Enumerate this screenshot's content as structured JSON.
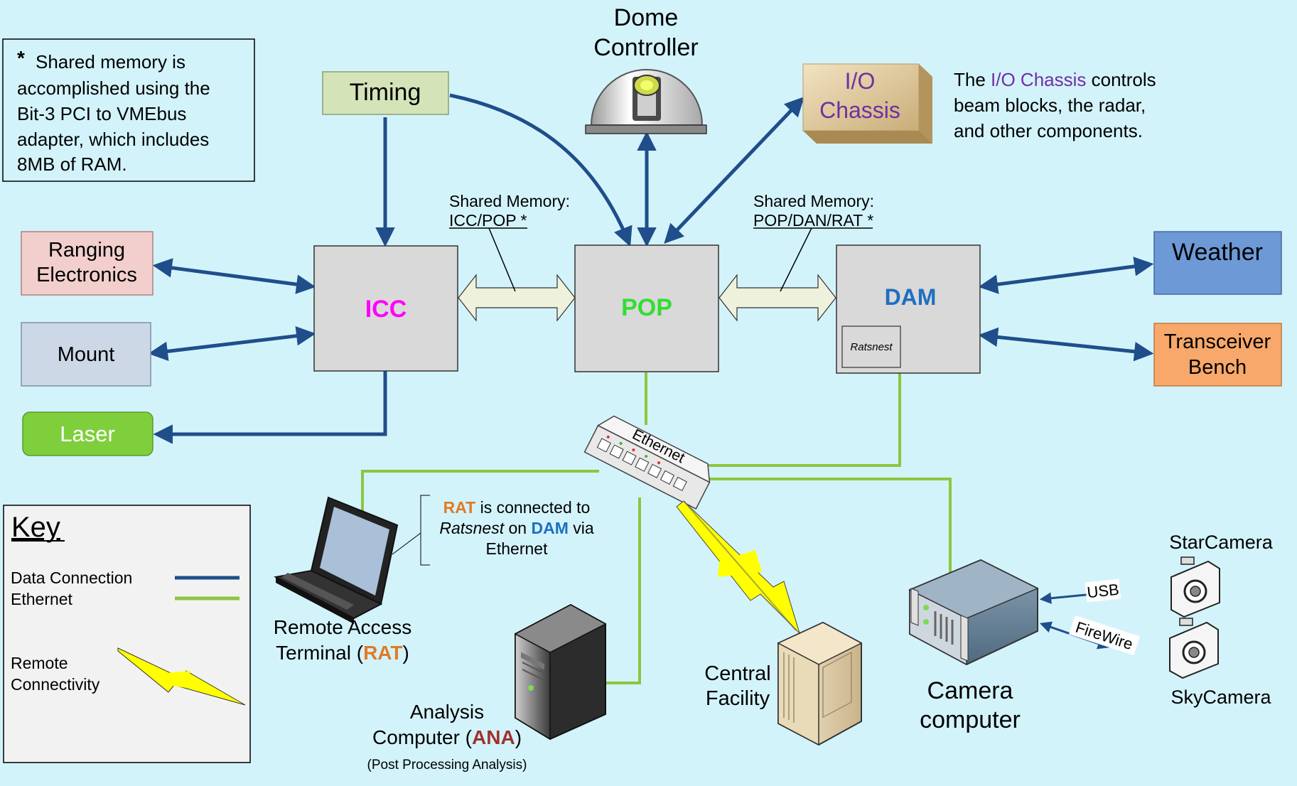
{
  "note": {
    "star": "*",
    "lines": [
      "Shared memory is",
      "accomplished using the",
      "Bit-3 PCI to VMEbus",
      "adapter, which includes",
      "8MB of RAM."
    ]
  },
  "nodes": {
    "timing": "Timing",
    "dome": [
      "Dome",
      "Controller"
    ],
    "io_chassis": [
      "I/O",
      "Chassis"
    ],
    "ranging": [
      "Ranging",
      "Electronics"
    ],
    "mount": "Mount",
    "laser": "Laser",
    "icc": "ICC",
    "pop": "POP",
    "dam": "DAM",
    "ratsnest": "Ratsnest",
    "weather": "Weather",
    "transceiver": [
      "Transceiver",
      "Bench"
    ],
    "ethernet": "Ethernet",
    "rat_line1": "Remote Access",
    "rat_line2_pre": "Terminal (",
    "rat_abbr": "RAT",
    "rat_line2_post": ")",
    "ana_line1": "Analysis",
    "ana_line2_pre": "Computer (",
    "ana_abbr": "ANA",
    "ana_line2_post": ")",
    "ana_sub": "(Post Processing Analysis)",
    "central": [
      "Central",
      "Facility"
    ],
    "camera": [
      "Camera",
      "computer"
    ],
    "star_camera": "StarCamera",
    "sky_camera": "SkyCamera",
    "usb": "USB",
    "firewire": "FireWire"
  },
  "io_description": {
    "pre": "The ",
    "highlight": "I/O Chassis",
    "post": " controls",
    "line2": "beam blocks, the radar,",
    "line3": "and other components."
  },
  "shared_memory_1": {
    "title": "Shared Memory:",
    "path": "ICC/POP",
    "star": "*"
  },
  "shared_memory_2": {
    "title": "Shared Memory:",
    "path": "POP/DAN/RAT",
    "star": "*"
  },
  "rat_note": {
    "rat": "RAT",
    "line1_post": " is connected to",
    "ratsnest": "Ratsnest",
    "on": " on ",
    "dam": "DAM",
    "via": " via",
    "line3": "Ethernet"
  },
  "key": {
    "title": "Key",
    "data_connection": "Data Connection",
    "ethernet": "Ethernet",
    "remote": [
      "Remote",
      "Connectivity"
    ]
  },
  "colors": {
    "background": "#d3f3fb",
    "data_connection": "#1f4e8a",
    "ethernet": "#8cc63f",
    "icc_text": "#ff00ff",
    "pop_text": "#33dd33",
    "dam_text": "#1e6fbf",
    "rat_orange": "#e07b22",
    "ana_red": "#a0312d",
    "io_purple": "#7030a0",
    "lightning": "#ffff00"
  }
}
